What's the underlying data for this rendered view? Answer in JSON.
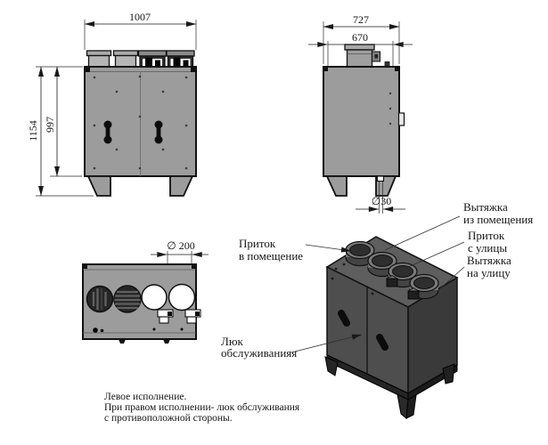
{
  "drawing": {
    "title_hint": "ventilation-unit-technical-drawing",
    "dimensions": {
      "front_width": "1007",
      "overall_height": "1154",
      "body_height": "997",
      "depth_overall": "727",
      "depth_body": "670",
      "drain_diameter": "∅30",
      "duct_diameter": "∅ 200"
    },
    "labels": {
      "supply_to_room": {
        "line1": "Приток",
        "line2": "в помещение"
      },
      "exhaust_from_room": {
        "line1": "Вытяжка",
        "line2": "из помещения"
      },
      "supply_from_street": {
        "line1": "Приток",
        "line2": "с улицы"
      },
      "exhaust_to_street": {
        "line1": "Вытяжка",
        "line2": "на улицу"
      },
      "service_hatch": {
        "line1": "Люк",
        "line2": "обслуживанияя"
      }
    },
    "note": {
      "line1": "Левое исполнение.",
      "line2": "При правом исполнении- люк обслуживания",
      "line3": "с противоположной стороны."
    },
    "colors": {
      "background": "#ffffff",
      "body_gray": "#9c9c9c",
      "iso_top": "#5e5e5e",
      "iso_front": "#4e4e4e",
      "iso_side": "#3a3a3a",
      "outline": "#111111"
    }
  }
}
